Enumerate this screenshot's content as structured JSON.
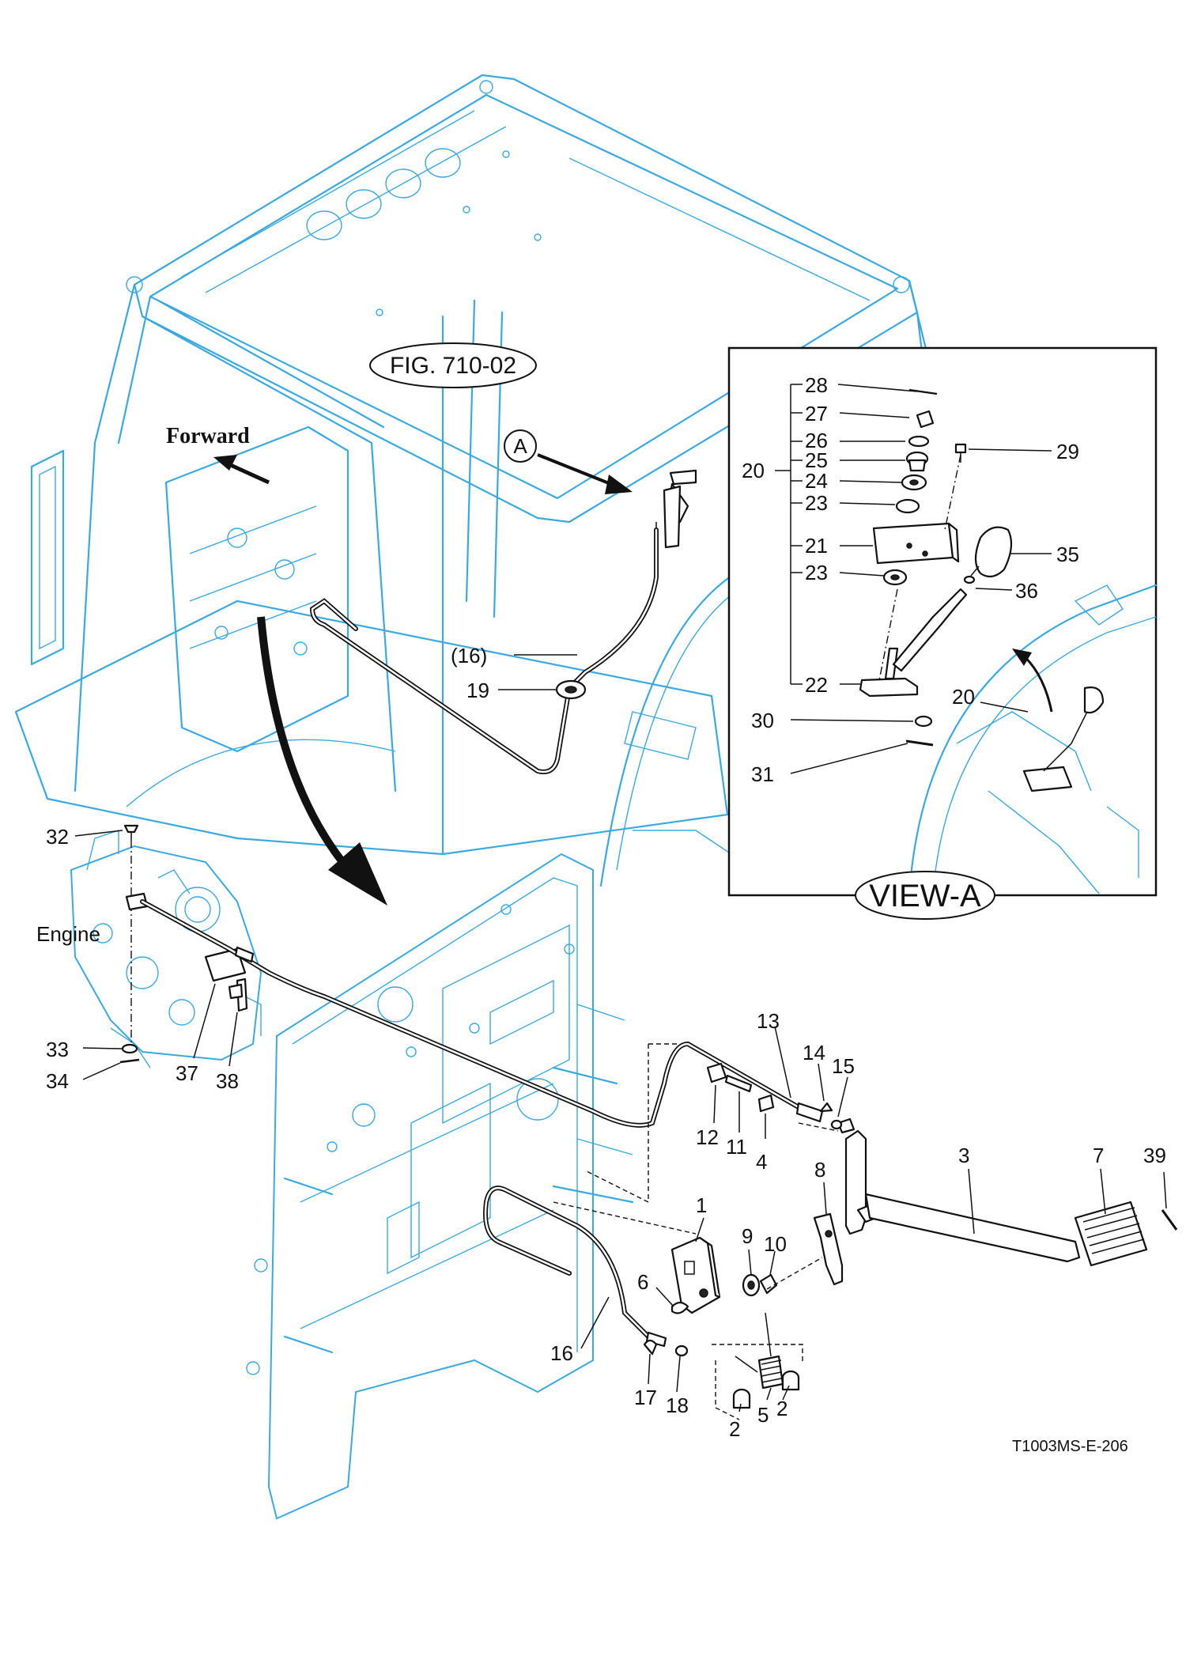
{
  "figure": {
    "fig_ref": "FIG. 710-02",
    "forward_label": "Forward",
    "view_marker": "A",
    "view_title": "VIEW-A",
    "engine_label": "Engine",
    "drawing_code": "T1003MS-E-206"
  },
  "view_a": {
    "group_label": "20",
    "callouts": [
      "28",
      "27",
      "26",
      "25",
      "24",
      "23",
      "21",
      "23",
      "22",
      "29",
      "35",
      "36",
      "30",
      "31",
      "20"
    ]
  },
  "main": {
    "callouts": [
      "(16)",
      "19",
      "32",
      "33",
      "34",
      "37",
      "38",
      "13",
      "14",
      "15",
      "12",
      "11",
      "4",
      "8",
      "3",
      "7",
      "39",
      "1",
      "9",
      "10",
      "6",
      "16",
      "17",
      "18",
      "2",
      "5",
      "2"
    ]
  },
  "colors": {
    "frame": "#3aa9e0",
    "parts": "#111111",
    "background": "#ffffff"
  }
}
